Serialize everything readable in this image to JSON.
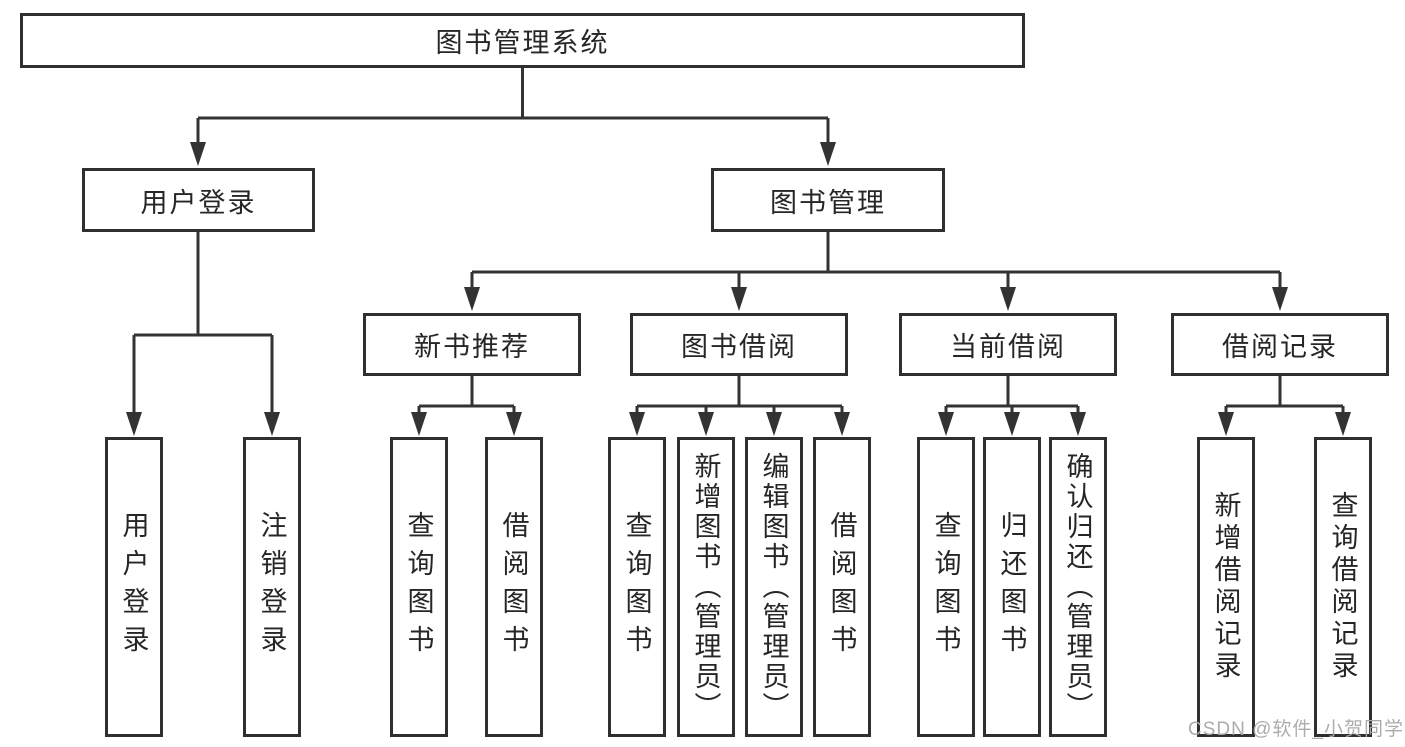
{
  "tree": {
    "root": {
      "label": "图书管理系统",
      "children": [
        {
          "label": "用户登录",
          "children": [
            {
              "label": "用户登录"
            },
            {
              "label": "注销登录"
            }
          ]
        },
        {
          "label": "图书管理",
          "children": [
            {
              "label": "新书推荐",
              "children": [
                {
                  "label": "查询图书"
                },
                {
                  "label": "借阅图书"
                }
              ]
            },
            {
              "label": "图书借阅",
              "children": [
                {
                  "label": "查询图书"
                },
                {
                  "label": "新增图书（管理员）"
                },
                {
                  "label": "编辑图书（管理员）"
                },
                {
                  "label": "借阅图书"
                }
              ]
            },
            {
              "label": "当前借阅",
              "children": [
                {
                  "label": "查询图书"
                },
                {
                  "label": "归还图书"
                },
                {
                  "label": "确认归还（管理员）"
                }
              ]
            },
            {
              "label": "借阅记录",
              "children": [
                {
                  "label": "新增借阅记录"
                },
                {
                  "label": "查询借阅记录"
                }
              ]
            }
          ]
        }
      ]
    }
  },
  "watermark": {
    "text": "CSDN @软件_小贺同学"
  },
  "colors": {
    "line": "#333333",
    "box_border": "#2f2f2f",
    "text": "#262626",
    "watermark": "#a8a8a8",
    "background": "#ffffff"
  }
}
